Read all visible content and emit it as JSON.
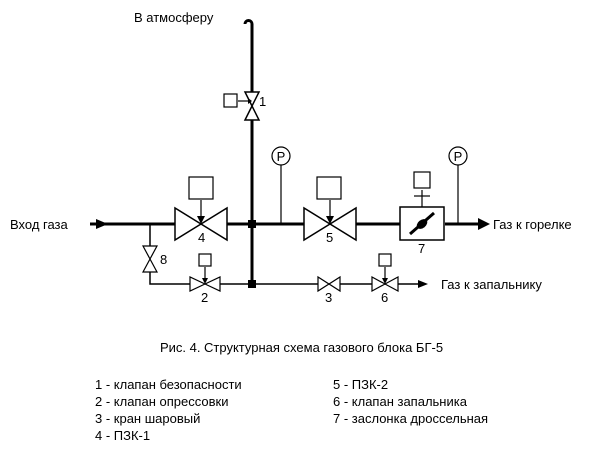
{
  "labels": {
    "vent": "В атмосферу",
    "gas_in": "Вход газа",
    "to_burner": "Газ к горелке",
    "to_pilot": "Газ к запальнику",
    "gauge": "P"
  },
  "components": {
    "n1": "1",
    "n2": "2",
    "n3": "3",
    "n4": "4",
    "n5": "5",
    "n6": "6",
    "n7": "7",
    "n8": "8"
  },
  "caption": "Рис. 4. Структурная схема газового блока БГ-5",
  "legend": {
    "left": [
      "1 - клапан безопасности",
      "2 - клапан опрессовки",
      "3 - кран шаровый",
      "4 - ПЗК-1"
    ],
    "right": [
      "5 - ПЗК-2",
      "6 - клапан запальника",
      "7 - заслонка дроссельная"
    ]
  }
}
